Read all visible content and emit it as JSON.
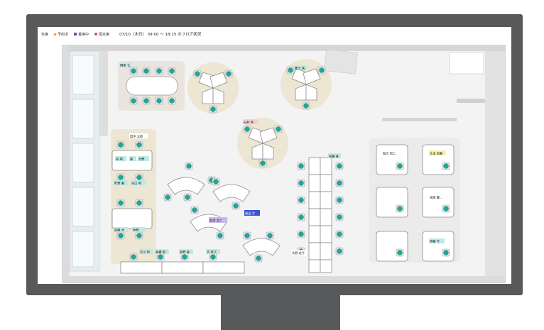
{
  "legend": {
    "items": [
      {
        "label": "空席",
        "color": "#ffffff",
        "shape": "none"
      },
      {
        "label": "予約済",
        "color": "#f0902a",
        "shape": "diamond"
      },
      {
        "label": "着席中",
        "color": "#7a3fb0",
        "shape": "square"
      },
      {
        "label": "固定席",
        "color": "#d8436b",
        "shape": "circle"
      }
    ],
    "date_range": "07/10（木日） 09:00 〜 18:15 のフロア状況"
  },
  "colors": {
    "monitor": "#58595b",
    "seat": "#1fa899",
    "table": "#ffffff",
    "zone": "#ece6d2",
    "wall": "#cfcfcf",
    "label_teal": "#bfe9e4",
    "label_pink": "#f6cfd0",
    "label_purple": "#c9b8ea",
    "label_blue": "#3b57d6",
    "label_yellow": "#f9f1a8"
  },
  "name_tags": {
    "t1": "博津 七",
    "t2": "慶士 靖",
    "t3": "臼井 亮",
    "t4": "田中 太郎",
    "t5": "尚 翔",
    "t6": "尾",
    "t7": "大野",
    "t8": "町野 薫",
    "t9": "谷口 明",
    "t10": "加藤 才",
    "t11": "仲野",
    "t12": "坂本 浩二",
    "t13": "福田 学",
    "t14": "吉川 哲",
    "t15": "高橋 聡",
    "t16": "佐野 真",
    "t17": "吉 孝之",
    "t18": "大野 花子",
    "t19": "佐藤 真",
    "t20": "坂元 和二",
    "t21": "辻本 信義",
    "t22": "深座 慶...",
    "t23": "伊藤 守"
  }
}
